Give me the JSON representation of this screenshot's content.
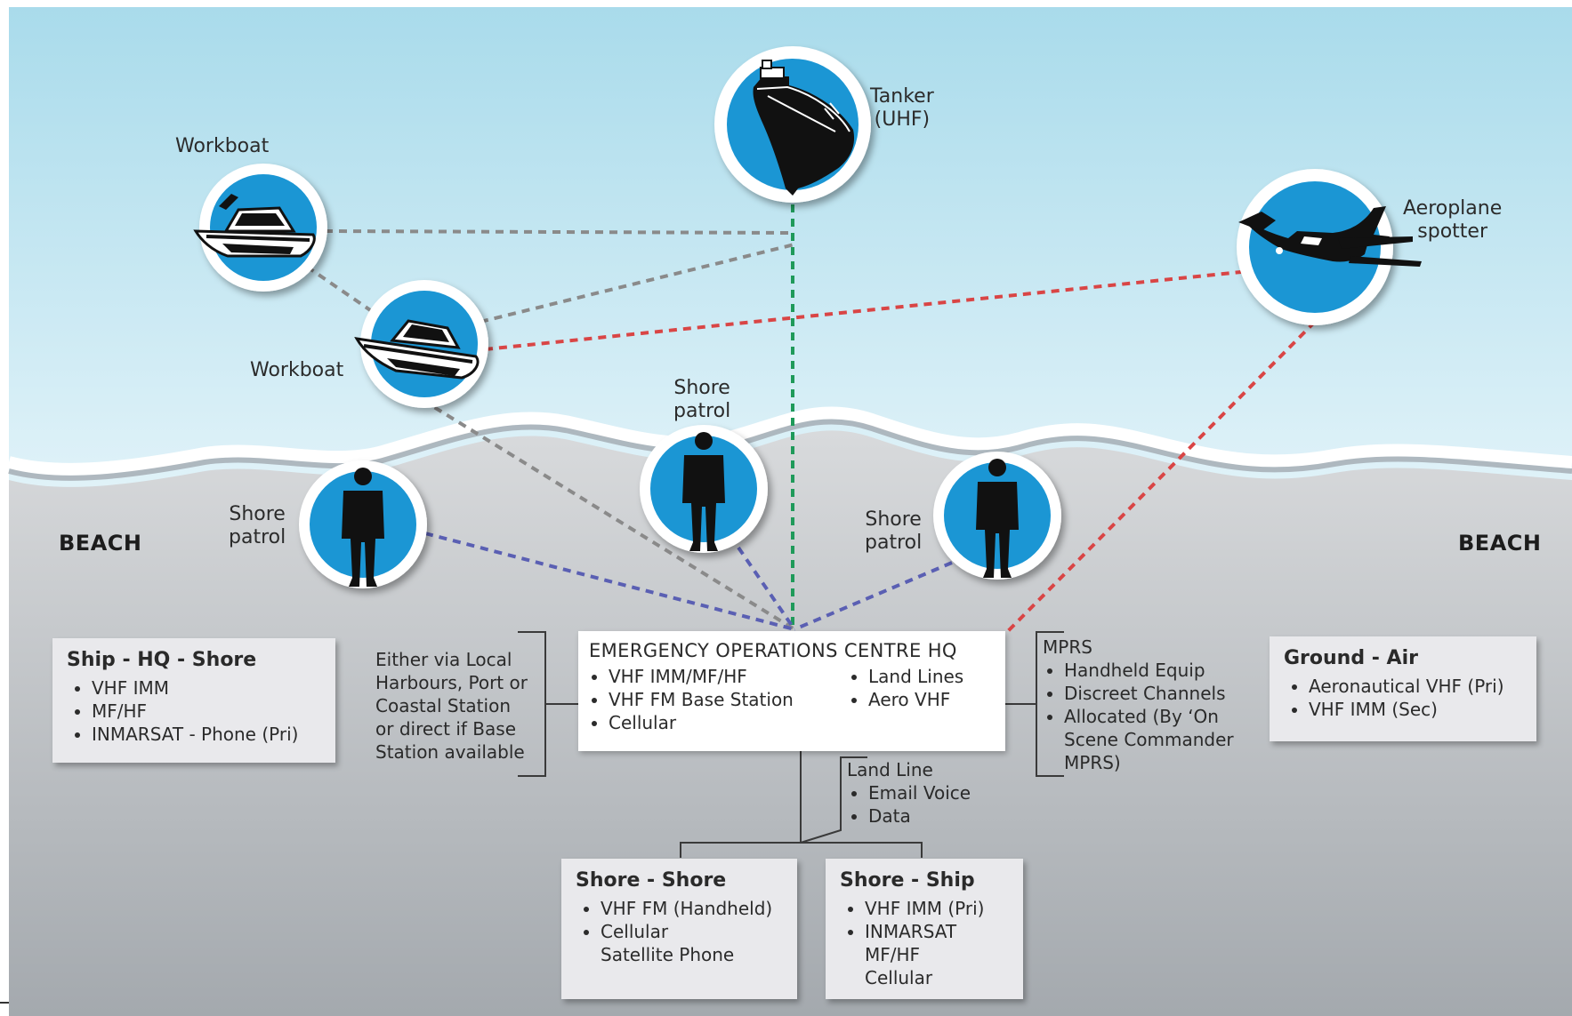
{
  "scene": {
    "beach_left": "BEACH",
    "beach_right": "BEACH",
    "colors": {
      "sky_top": "#a9dbeb",
      "sky_bottom": "#e2f3f9",
      "sand_top": "#d8dadc",
      "sand_bottom": "#a4a9ae",
      "icon_blue": "#1b96d4",
      "link_grey": "#8a8a8a",
      "link_green": "#1f9a5a",
      "link_red": "#d94545",
      "link_purple": "#5a5fb3"
    }
  },
  "nodes": {
    "workboat_1": {
      "label": "Workboat",
      "icon": "motorboat-icon"
    },
    "workboat_2": {
      "label": "Workboat",
      "icon": "motorboat-icon"
    },
    "tanker": {
      "label_line1": "Tanker",
      "label_line2": "(UHF)",
      "icon": "tanker-ship-icon"
    },
    "aeroplane": {
      "label_line1": "Aeroplane",
      "label_line2": "spotter",
      "icon": "airplane-icon"
    },
    "shore_patrol_left": {
      "label_line1": "Shore",
      "label_line2": "patrol",
      "icon": "person-icon"
    },
    "shore_patrol_mid": {
      "label_line1": "Shore",
      "label_line2": "patrol",
      "icon": "person-icon"
    },
    "shore_patrol_right": {
      "label_line1": "Shore",
      "label_line2": "patrol",
      "icon": "person-icon"
    }
  },
  "eoc": {
    "title": "EMERGENCY OPERATIONS CENTRE HQ",
    "col1": [
      "VHF IMM/MF/HF",
      "VHF FM Base Station",
      "Cellular"
    ],
    "col2": [
      "Land Lines",
      "Aero VHF"
    ]
  },
  "ship_hq_shore": {
    "title": "Ship - HQ - Shore",
    "items": [
      "VHF IMM",
      "MF/HF",
      "INMARSAT - Phone (Pri)"
    ]
  },
  "either_note": "Either via Local\nHarbours, Port or\nCoastal Station\nor direct if Base\nStation available",
  "mprs": {
    "title": "MPRS",
    "items": [
      "Handheld Equip",
      "Discreet Channels",
      "Allocated (By ‘On\nScene Commander\nMPRS)"
    ]
  },
  "ground_air": {
    "title": "Ground - Air",
    "items": [
      "Aeronautical VHF (Pri)",
      "VHF IMM (Sec)"
    ]
  },
  "land_line": {
    "title": "Land Line",
    "items": [
      "Email Voice",
      "Data"
    ]
  },
  "shore_shore": {
    "title": "Shore - Shore",
    "items": [
      "VHF FM (Handheld)",
      "Cellular\nSatellite Phone"
    ]
  },
  "shore_ship": {
    "title": "Shore - Ship",
    "items": [
      "VHF IMM (Pri)",
      "INMARSAT\nMF/HF\nCellular"
    ]
  }
}
